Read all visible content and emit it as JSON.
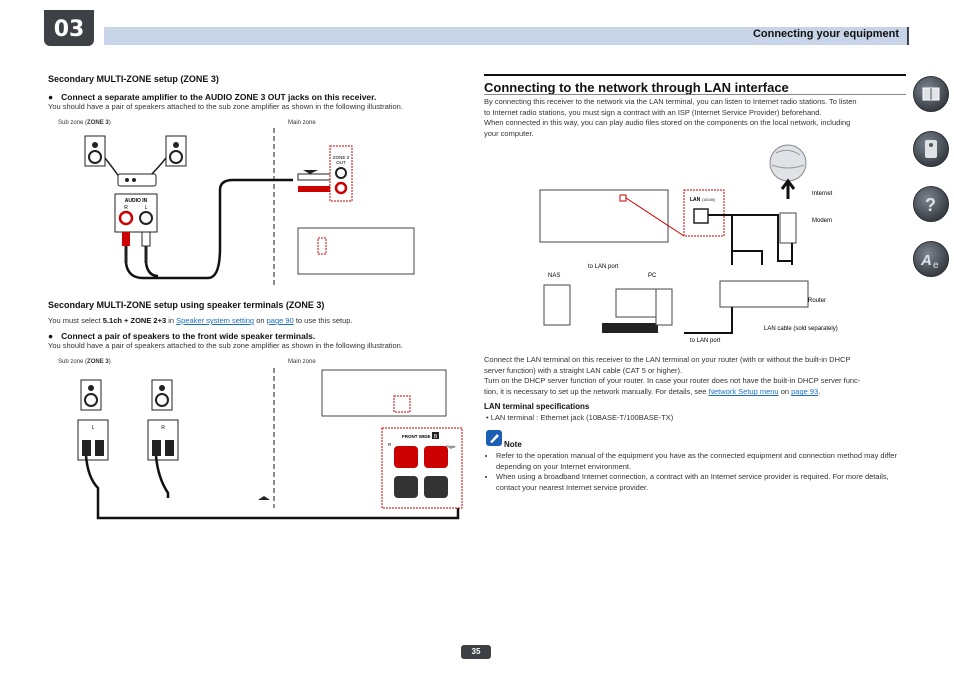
{
  "chapter": "03",
  "header": {
    "title": "Connecting your equipment"
  },
  "left": {
    "section1": {
      "heading": "Secondary MULTI-ZONE setup (ZONE 3)",
      "bullet": "Connect a separate amplifier to the AUDIO ZONE 3 OUT jacks on this receiver.",
      "text": "You should have a pair of speakers attached to the sub zone amplifier as shown in the following illustration.",
      "sub_zone_prefix": "Sub zone (",
      "sub_zone_bold": "ZONE 3",
      "sub_zone_suffix": ")",
      "main_zone": "Main zone",
      "audio_in": "AUDIO IN",
      "r": "R",
      "l": "L",
      "zone3_out_1": "ZONE 3",
      "zone3_out_2": "OUT"
    },
    "section2": {
      "heading": "Secondary MULTI-ZONE setup using speaker terminals (ZONE 3)",
      "must_1": "You must select ",
      "must_bold": "5.1ch + ZONE 2+3",
      "must_2": " in ",
      "must_link1": "Speaker system setting",
      "must_3": " on ",
      "must_link2": "page 90",
      "must_4": " to use this setup.",
      "bullet": "Connect a pair of speakers to the front wide speaker terminals.",
      "text": "You should have a pair of speakers attached to the sub zone amplifier as shown in the following illustration.",
      "sub_zone_prefix": "Sub zone (",
      "sub_zone_bold": "ZONE 3",
      "sub_zone_suffix": ")",
      "main_zone": "Main zone",
      "front_wide": "FRONT WIDE /",
      "front_wide_b": "B",
      "r": "R",
      "l": "L",
      "right_label": "Right"
    }
  },
  "right": {
    "heading": "Connecting to the network through LAN interface",
    "intro": [
      "By connecting this receiver to the network via the LAN terminal, you can listen to Internet radio stations. To listen",
      "to Internet radio stations, you must sign a contract with an ISP (Internet Service Provider) beforehand.",
      "When connected in this way, you can play audio files stored on the components on the local network, including",
      "your computer."
    ],
    "diagram": {
      "lan": "LAN",
      "lan_spec": "(10/100)",
      "internet": "Internet",
      "modem": "Modem",
      "to_lan_port_top": "to LAN port",
      "nas": "NAS",
      "pc": "PC",
      "router": "Router",
      "lan_cable": "LAN cable (sold separately)",
      "to_lan_port_bottom": "to LAN port"
    },
    "para": [
      "Connect the LAN terminal on this receiver to the LAN terminal on your router (with or without the built-in DHCP",
      "server function) with a straight LAN cable (CAT 5 or higher)."
    ],
    "para2_1": "Turn on the DHCP server function of your router. In case your router does not have the built-in DHCP server func-",
    "para2_2": "tion, it is necessary to set up the network manually. For details, see ",
    "para2_link1": "Network Setup menu",
    "para2_3": " on ",
    "para2_link2": "page 93",
    "para2_4": ".",
    "spec_heading": "LAN terminal specifications",
    "spec_item": "LAN terminal : Ethernet jack (10BASE-T/100BASE-TX)",
    "note_label": "Note",
    "notes": [
      "Refer to the operation manual of the equipment you have as the connected equipment and connection method may differ depending on your Internet environment.",
      "When using a broadband Internet connection, a contract with an Internet service provider is required. For more details, contact your nearest Internet service provider."
    ]
  },
  "side_icons": [
    "book-icon",
    "remote-icon",
    "question-icon",
    "settings-icon"
  ],
  "page_number": "35"
}
